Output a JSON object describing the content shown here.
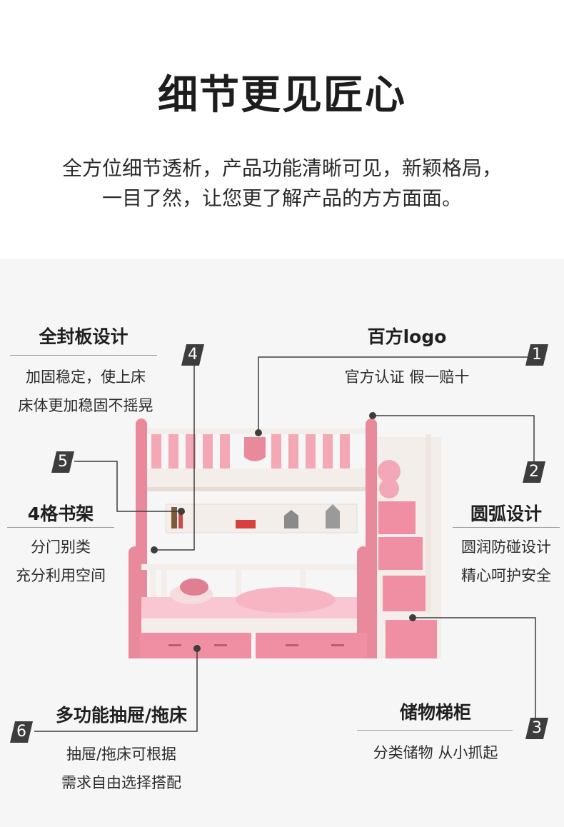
{
  "header": {
    "title": "细节更见匠心",
    "subtitle_line1": "全方位细节透析，产品功能清晰可见，新颖格局，",
    "subtitle_line2": "一目了然，让您更了解产品的方方面面。"
  },
  "features": [
    {
      "num": "1",
      "title": "百方logo",
      "desc1": "官方认证  假一赔十"
    },
    {
      "num": "2",
      "title": "圆弧设计",
      "desc1": "圆润防碰设计",
      "desc2": "精心呵护安全"
    },
    {
      "num": "3",
      "title": "储物梯柜",
      "desc1": "分类储物  从小抓起"
    },
    {
      "num": "4",
      "title": "全封板设计",
      "desc1": "加固稳定，使上床",
      "desc2": "床体更加稳固不摇晃"
    },
    {
      "num": "5",
      "title": "4格书架",
      "desc1": "分门别类",
      "desc2": "充分利用空间"
    },
    {
      "num": "6",
      "title": "多功能抽屉/拖床",
      "desc1": "抽屉/拖床可根据",
      "desc2": "需求自由选择搭配"
    }
  ],
  "colors": {
    "pink": "#e88a9b",
    "light_pink": "#f4b8c3",
    "white_wood": "#f3eeea",
    "marker": "#3d3d3d"
  }
}
